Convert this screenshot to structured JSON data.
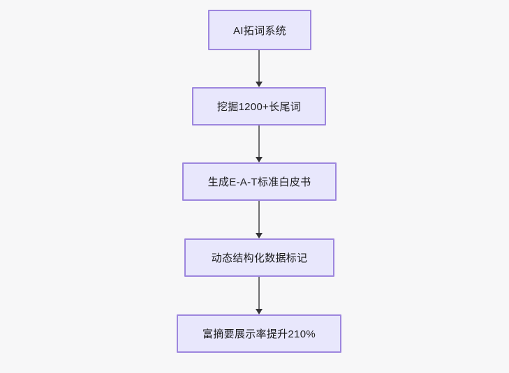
{
  "diagram": {
    "type": "flowchart",
    "orientation": "top-to-bottom",
    "background_color": "#f7f7f8",
    "node_fill_color": "#e8e7fc",
    "node_border_color": "#9d86de",
    "connector_color": "#6f6f72",
    "text_color": "#1c1c1e",
    "nodes": [
      {
        "id": "node-1",
        "label": "AI拓词系统"
      },
      {
        "id": "node-2",
        "label": "挖掘1200+长尾词"
      },
      {
        "id": "node-3",
        "label": "生成E-A-T标准白皮书"
      },
      {
        "id": "node-4",
        "label": "动态结构化数据标记"
      },
      {
        "id": "node-5",
        "label": "富摘要展示率提升210%"
      }
    ],
    "connectors": [
      {
        "id": "connector-1",
        "from": "node-1",
        "to": "node-2",
        "arrow": "arrow-down-icon"
      },
      {
        "id": "connector-2",
        "from": "node-2",
        "to": "node-3",
        "arrow": "arrow-down-icon"
      },
      {
        "id": "connector-3",
        "from": "node-3",
        "to": "node-4",
        "arrow": "arrow-down-icon"
      },
      {
        "id": "connector-4",
        "from": "node-4",
        "to": "node-5",
        "arrow": "arrow-down-icon"
      }
    ]
  }
}
